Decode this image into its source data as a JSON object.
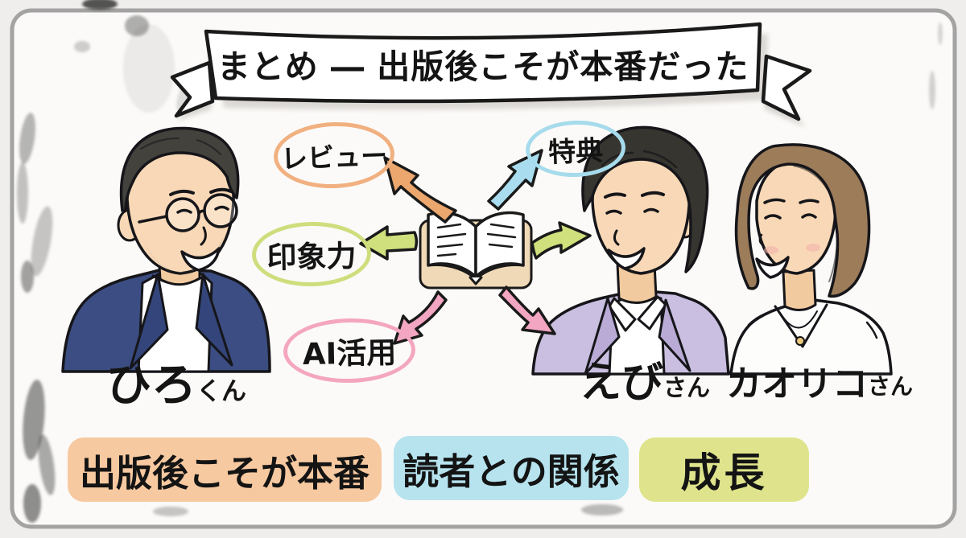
{
  "banner": {
    "title": "まとめ ― 出版後こそが本番だった"
  },
  "bubbles": [
    {
      "label": "レビュー",
      "border_color": "#f1b080"
    },
    {
      "label": "特典",
      "border_color": "#a6dbec"
    },
    {
      "label": "印象力",
      "border_color": "#cede7d"
    },
    {
      "label": "AI活用",
      "border_color": "#f4a6c0"
    }
  ],
  "people": [
    {
      "name": "ひろ",
      "honorific": "くん"
    },
    {
      "name": "えび",
      "honorific": "さん"
    },
    {
      "name": "カオリコ",
      "honorific": "さん"
    }
  ],
  "tags": [
    {
      "label": "出版後こそが本番",
      "bg_color": "#f7c9a0"
    },
    {
      "label": "読者との関係",
      "bg_color": "#b6e3ee"
    },
    {
      "label": "成長",
      "bg_color": "#dfe48c"
    }
  ],
  "icons": {
    "center": "open-book-icon",
    "banner": "ribbon-banner-icon",
    "arrows": [
      "arrow-book-to-review-icon",
      "arrow-book-to-tokuten-icon",
      "arrow-book-to-inshoryoku-icon",
      "arrow-book-to-ai-icon",
      "arrow-book-to-ebi-green-icon",
      "arrow-book-to-ebi-pink-icon"
    ]
  },
  "colors": {
    "ink": "#1a1a1a",
    "paper": "#fbfaf8",
    "frame": "#a3a3a3",
    "ribbon_shadow": "#d6d3cf",
    "arrow_orange": "#eca76e",
    "arrow_blue": "#a9dcee",
    "arrow_green": "#cfe07c",
    "arrow_pink": "#f2a6c1",
    "book_cover": "#f0d9b6",
    "jacket_navy": "#3b4d82",
    "jacket_lavender": "#cabfe0",
    "hair_brown": "#9d7c5a",
    "skin": "#f8d8b6"
  }
}
